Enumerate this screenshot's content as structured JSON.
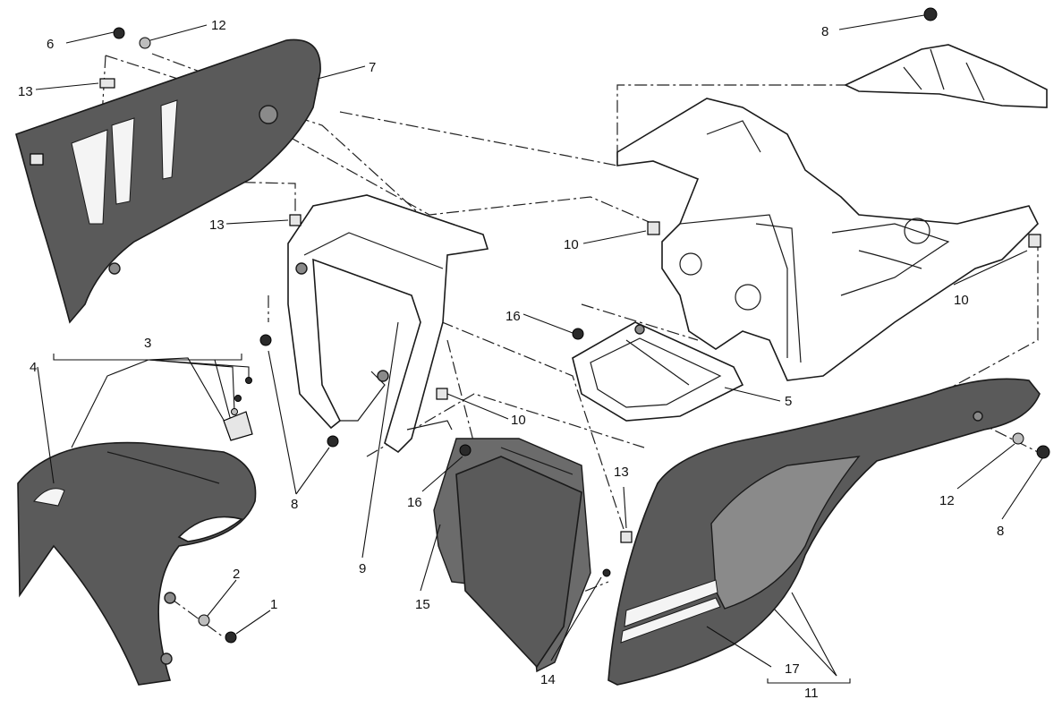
{
  "callouts": [
    {
      "id": "c-6",
      "label": "6"
    },
    {
      "id": "c-12a",
      "label": "12"
    },
    {
      "id": "c-7",
      "label": "7"
    },
    {
      "id": "c-13a",
      "label": "13"
    },
    {
      "id": "c-13b",
      "label": "13"
    },
    {
      "id": "c-3",
      "label": "3"
    },
    {
      "id": "c-4",
      "label": "4"
    },
    {
      "id": "c-8a",
      "label": "8"
    },
    {
      "id": "c-2",
      "label": "2"
    },
    {
      "id": "c-1",
      "label": "1"
    },
    {
      "id": "c-9",
      "label": "9"
    },
    {
      "id": "c-16a",
      "label": "16"
    },
    {
      "id": "c-16b",
      "label": "16"
    },
    {
      "id": "c-10a",
      "label": "10"
    },
    {
      "id": "c-10b",
      "label": "10"
    },
    {
      "id": "c-10c",
      "label": "10"
    },
    {
      "id": "c-15",
      "label": "15"
    },
    {
      "id": "c-14",
      "label": "14"
    },
    {
      "id": "c-13c",
      "label": "13"
    },
    {
      "id": "c-5",
      "label": "5"
    },
    {
      "id": "c-8b",
      "label": "8"
    },
    {
      "id": "c-8c",
      "label": "8"
    },
    {
      "id": "c-12b",
      "label": "12"
    },
    {
      "id": "c-17",
      "label": "17"
    },
    {
      "id": "c-11",
      "label": "11"
    }
  ]
}
